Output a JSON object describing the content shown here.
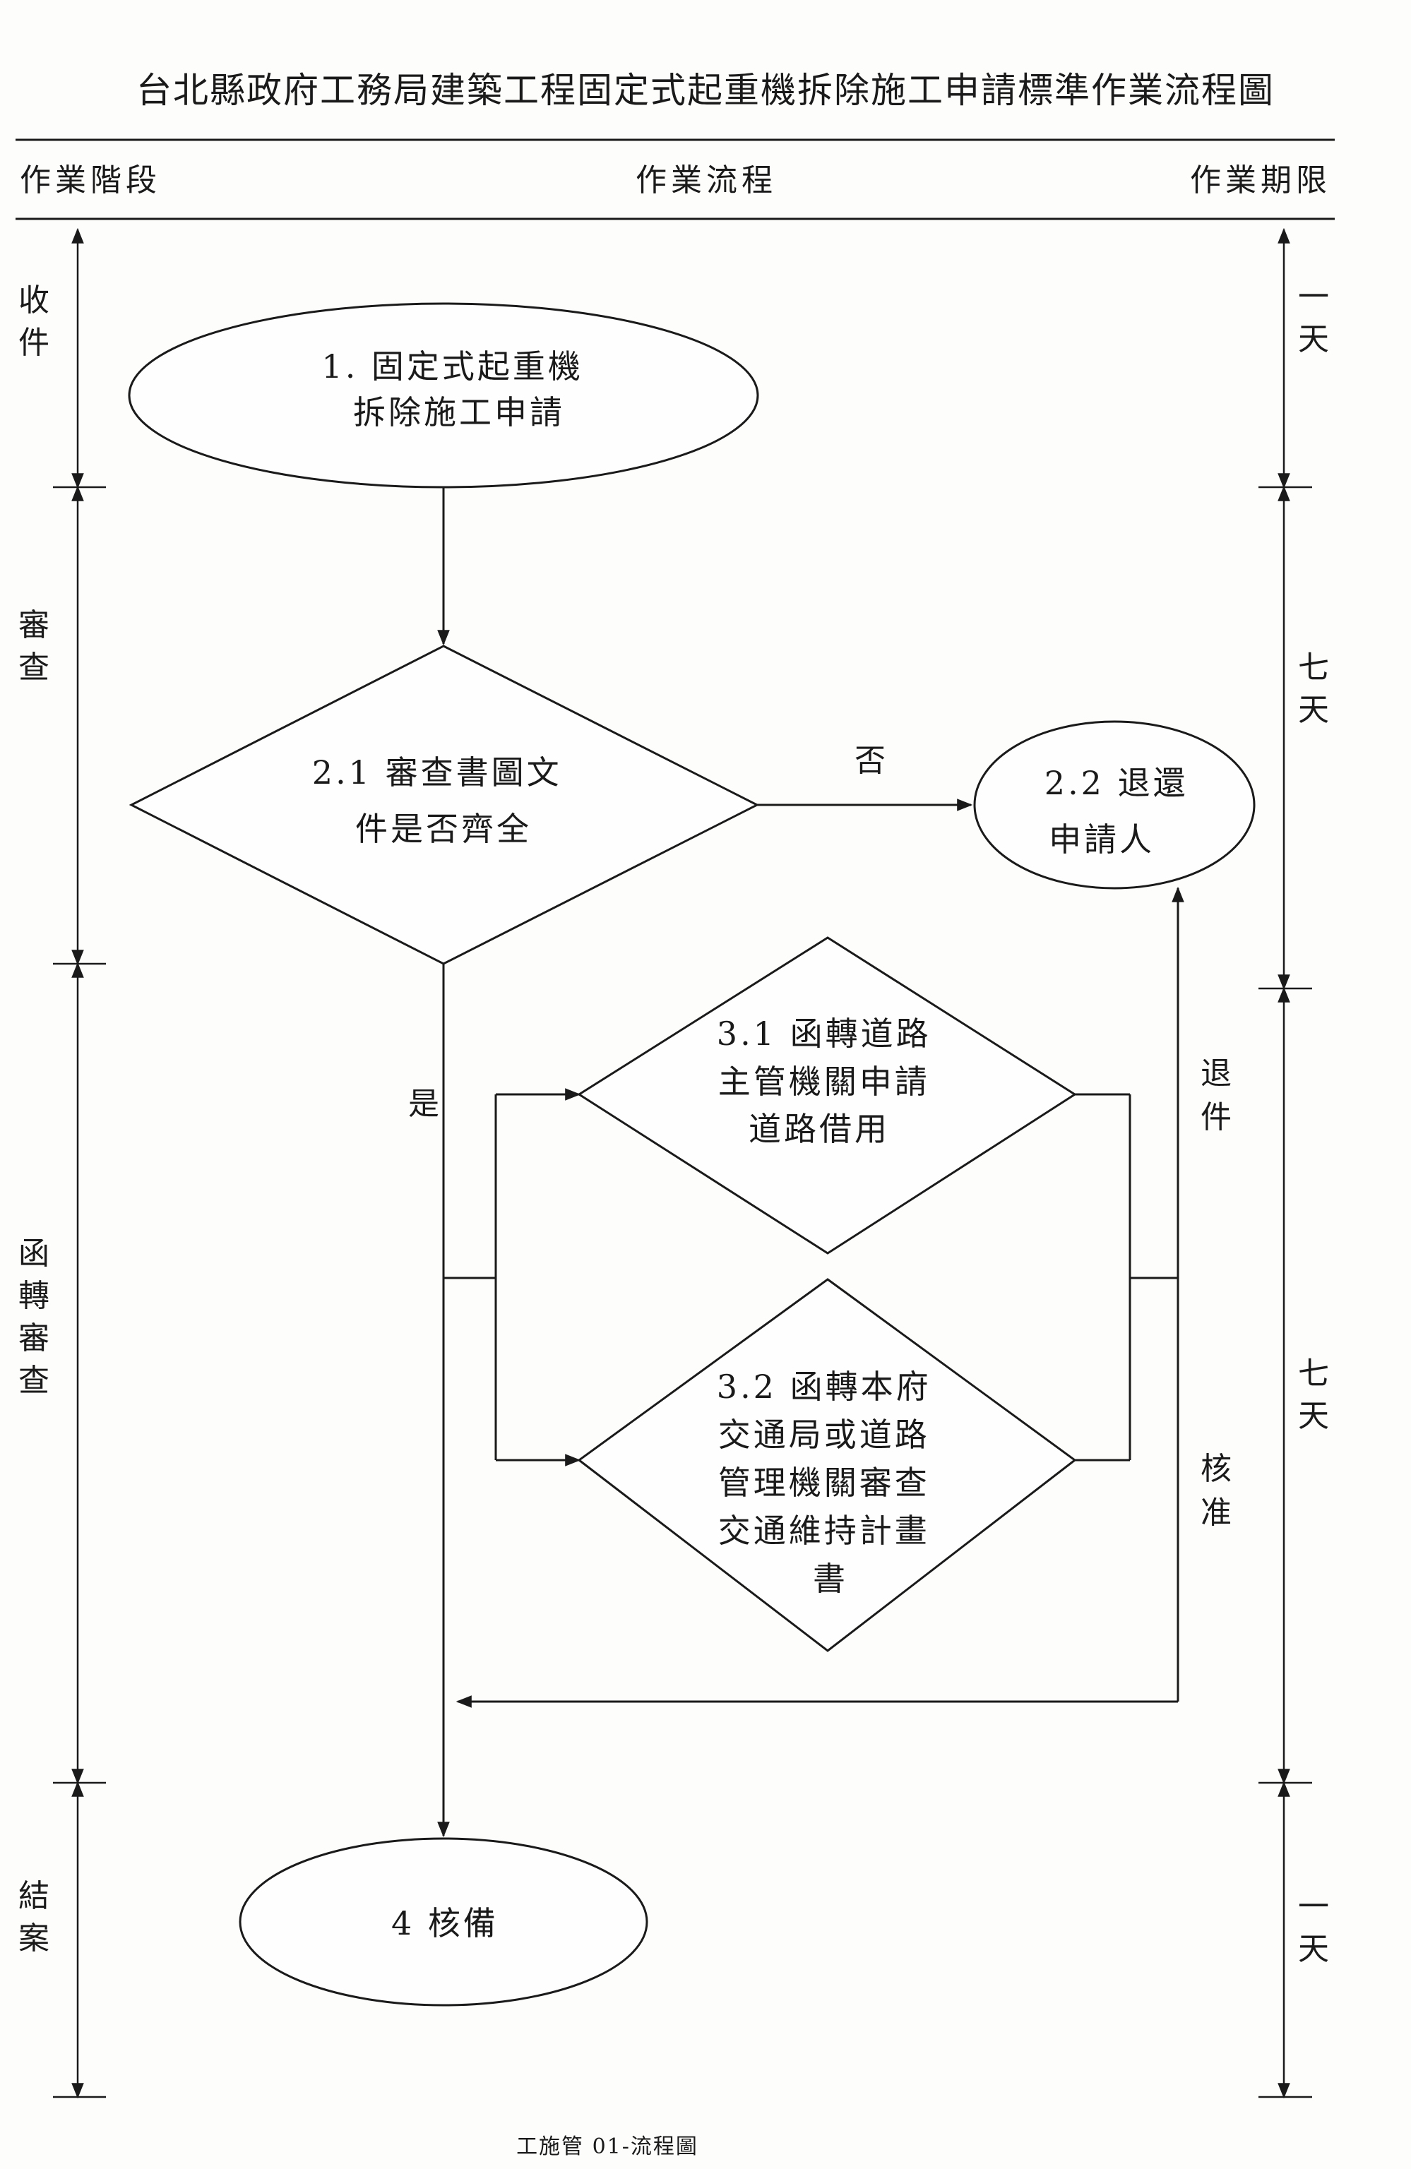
{
  "title": "台北縣政府工務局建築工程固定式起重機拆除施工申請標準作業流程圖",
  "header": {
    "stage": "作業階段",
    "process": "作業流程",
    "deadline": "作業期限"
  },
  "stages": [
    {
      "label": "收件"
    },
    {
      "label": "審查"
    },
    {
      "label": "函轉審查"
    },
    {
      "label": "結案"
    }
  ],
  "deadlines": [
    {
      "label": "一天"
    },
    {
      "label": "七天"
    },
    {
      "label": "七天"
    },
    {
      "label": "一天"
    }
  ],
  "nodes": {
    "n1": {
      "lines": [
        "1.  固定式起重機",
        "拆除施工申請"
      ]
    },
    "n21": {
      "lines": [
        "2.1 審查書圖文",
        "件是否齊全"
      ]
    },
    "n22": {
      "lines": [
        "2.2 退還",
        "申請人"
      ]
    },
    "n31": {
      "lines": [
        "3.1 函轉道路",
        "主管機關申請",
        "道路借用"
      ]
    },
    "n32": {
      "lines": [
        "3.2 函轉本府",
        "交通局或道路",
        "管理機關審查",
        "交通維持計畫",
        "書"
      ]
    },
    "n4": {
      "lines": [
        "4 核備"
      ]
    }
  },
  "edge_labels": {
    "no": "否",
    "yes": "是",
    "return": "退件",
    "approve": "核准"
  },
  "footer": "工施管 01-流程圖"
}
